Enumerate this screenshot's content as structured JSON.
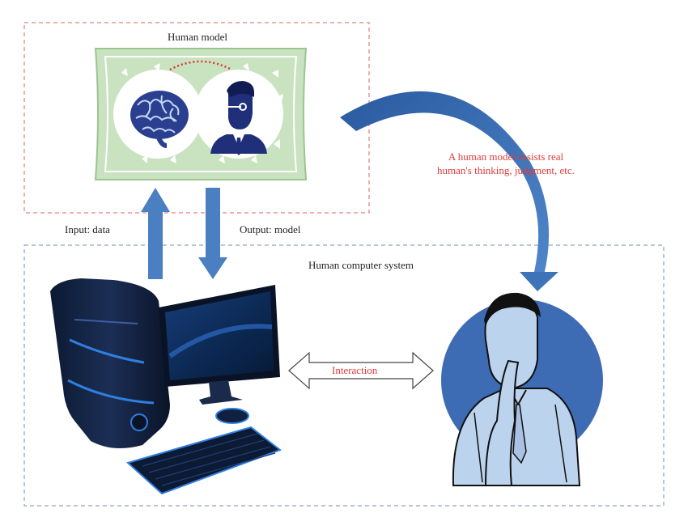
{
  "human_model": {
    "title": "Human model"
  },
  "io": {
    "input_label": "Input: data",
    "output_label": "Output: model"
  },
  "system": {
    "title": "Human computer system"
  },
  "annotation": {
    "line1": "A human model assists real",
    "line2": "human's thinking, judgment, etc."
  },
  "interaction": {
    "label": "Interaction"
  },
  "colors": {
    "model_border": "#e06060",
    "system_border": "#6f8fb5",
    "arrow_blue": "#4a7fc1",
    "curve_blue": "#2f63a8",
    "frame_green": "#c9e3c0",
    "accent_red": "#e03a3a",
    "navy": "#1f2f7a"
  },
  "icons": [
    "brain-icon",
    "businessman-icon",
    "computer-tower-icon",
    "monitor-icon",
    "keyboard-icon",
    "mouse-icon",
    "thinking-man-icon"
  ]
}
